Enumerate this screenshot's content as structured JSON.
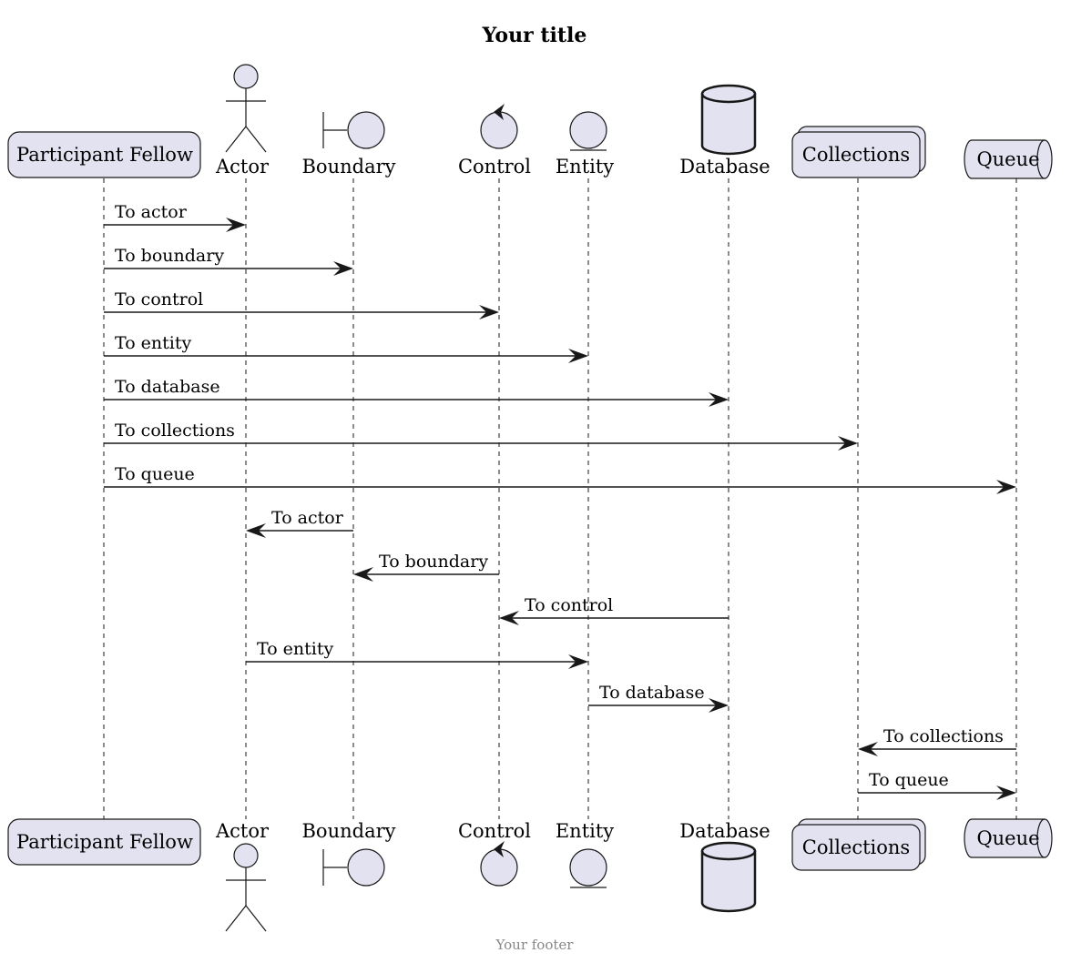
{
  "title": "Your title",
  "footer": "Your footer",
  "colors": {
    "participant_fill": "#E2E2F0",
    "stroke": "#181818",
    "footer_text": "#888888"
  },
  "participants": [
    {
      "id": "participant",
      "label": "Participant Fellow",
      "kind": "participant"
    },
    {
      "id": "actor",
      "label": "Actor",
      "kind": "actor"
    },
    {
      "id": "boundary",
      "label": "Boundary",
      "kind": "boundary"
    },
    {
      "id": "control",
      "label": "Control",
      "kind": "control"
    },
    {
      "id": "entity",
      "label": "Entity",
      "kind": "entity"
    },
    {
      "id": "database",
      "label": "Database",
      "kind": "database"
    },
    {
      "id": "collections",
      "label": "Collections",
      "kind": "collections"
    },
    {
      "id": "queue",
      "label": "Queue",
      "kind": "queue"
    }
  ],
  "messages": [
    {
      "from": "participant",
      "to": "actor",
      "label": "To actor"
    },
    {
      "from": "participant",
      "to": "boundary",
      "label": "To boundary"
    },
    {
      "from": "participant",
      "to": "control",
      "label": "To control"
    },
    {
      "from": "participant",
      "to": "entity",
      "label": "To entity"
    },
    {
      "from": "participant",
      "to": "database",
      "label": "To database"
    },
    {
      "from": "participant",
      "to": "collections",
      "label": "To collections"
    },
    {
      "from": "participant",
      "to": "queue",
      "label": "To queue"
    },
    {
      "from": "boundary",
      "to": "actor",
      "label": "To actor"
    },
    {
      "from": "control",
      "to": "boundary",
      "label": "To boundary"
    },
    {
      "from": "database",
      "to": "control",
      "label": "To control"
    },
    {
      "from": "actor",
      "to": "entity",
      "label": "To entity"
    },
    {
      "from": "entity",
      "to": "database",
      "label": "To database"
    },
    {
      "from": "queue",
      "to": "collections",
      "label": "To collections"
    },
    {
      "from": "collections",
      "to": "queue",
      "label": "To queue"
    }
  ]
}
